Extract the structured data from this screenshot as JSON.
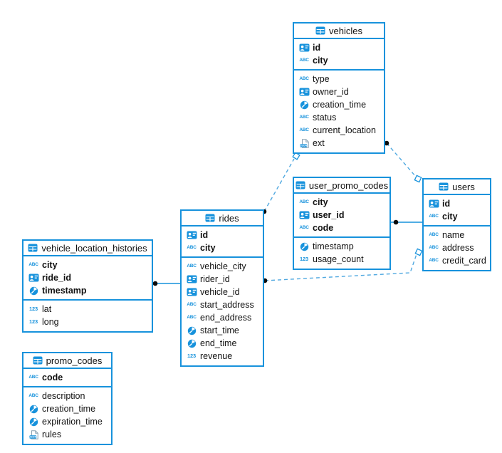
{
  "icon_labels": {
    "text": "ABC",
    "number": "123",
    "json": "JSON"
  },
  "colors": {
    "primary_blue": "#1792dc",
    "relation_line": "#4fa8e0",
    "dot": "#0b0b0b",
    "diamond_fill": "#ffffff",
    "background": "#ffffff",
    "text": "#111111"
  },
  "tables": [
    {
      "name": "vehicles",
      "columns": [
        {
          "name": "id",
          "type": "uuid",
          "pk": true
        },
        {
          "name": "city",
          "type": "text",
          "pk": true
        },
        {
          "name": "type",
          "type": "text",
          "pk": false
        },
        {
          "name": "owner_id",
          "type": "uuid",
          "pk": false
        },
        {
          "name": "creation_time",
          "type": "timestamp",
          "pk": false
        },
        {
          "name": "status",
          "type": "text",
          "pk": false
        },
        {
          "name": "current_location",
          "type": "text",
          "pk": false
        },
        {
          "name": "ext",
          "type": "json",
          "pk": false
        }
      ]
    },
    {
      "name": "user_promo_codes",
      "columns": [
        {
          "name": "city",
          "type": "text",
          "pk": true
        },
        {
          "name": "user_id",
          "type": "uuid",
          "pk": true
        },
        {
          "name": "code",
          "type": "text",
          "pk": true
        },
        {
          "name": "timestamp",
          "type": "timestamp",
          "pk": false
        },
        {
          "name": "usage_count",
          "type": "number",
          "pk": false
        }
      ]
    },
    {
      "name": "users",
      "columns": [
        {
          "name": "id",
          "type": "uuid",
          "pk": true
        },
        {
          "name": "city",
          "type": "text",
          "pk": true
        },
        {
          "name": "name",
          "type": "text",
          "pk": false
        },
        {
          "name": "address",
          "type": "text",
          "pk": false
        },
        {
          "name": "credit_card",
          "type": "text",
          "pk": false
        }
      ]
    },
    {
      "name": "rides",
      "columns": [
        {
          "name": "id",
          "type": "uuid",
          "pk": true
        },
        {
          "name": "city",
          "type": "text",
          "pk": true
        },
        {
          "name": "vehicle_city",
          "type": "text",
          "pk": false
        },
        {
          "name": "rider_id",
          "type": "uuid",
          "pk": false
        },
        {
          "name": "vehicle_id",
          "type": "uuid",
          "pk": false
        },
        {
          "name": "start_address",
          "type": "text",
          "pk": false
        },
        {
          "name": "end_address",
          "type": "text",
          "pk": false
        },
        {
          "name": "start_time",
          "type": "timestamp",
          "pk": false
        },
        {
          "name": "end_time",
          "type": "timestamp",
          "pk": false
        },
        {
          "name": "revenue",
          "type": "number",
          "pk": false
        }
      ]
    },
    {
      "name": "vehicle_location_histories",
      "columns": [
        {
          "name": "city",
          "type": "text",
          "pk": true
        },
        {
          "name": "ride_id",
          "type": "uuid",
          "pk": true
        },
        {
          "name": "timestamp",
          "type": "timestamp",
          "pk": true
        },
        {
          "name": "lat",
          "type": "number",
          "pk": false
        },
        {
          "name": "long",
          "type": "number",
          "pk": false
        }
      ]
    },
    {
      "name": "promo_codes",
      "columns": [
        {
          "name": "code",
          "type": "text",
          "pk": true
        },
        {
          "name": "description",
          "type": "text",
          "pk": false
        },
        {
          "name": "creation_time",
          "type": "timestamp",
          "pk": false
        },
        {
          "name": "expiration_time",
          "type": "timestamp",
          "pk": false
        },
        {
          "name": "rules",
          "type": "json",
          "pk": false
        }
      ]
    }
  ],
  "relations": [
    {
      "from": "rides",
      "to": "vehicles",
      "line": "dashed"
    },
    {
      "from": "vehicles",
      "to": "users",
      "line": "dashed"
    },
    {
      "from": "user_promo_codes",
      "to": "users",
      "line": "solid"
    },
    {
      "from": "rides",
      "to": "users",
      "line": "dashed"
    },
    {
      "from": "vehicle_location_histories",
      "to": "rides",
      "line": "solid"
    }
  ]
}
